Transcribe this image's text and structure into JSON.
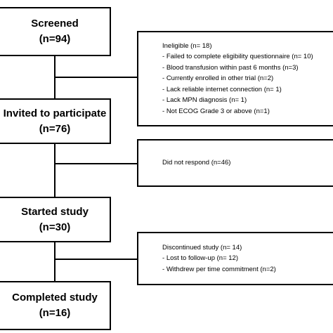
{
  "boxes": {
    "screened": {
      "title": "Screened",
      "count": "(n=94)"
    },
    "invited": {
      "title": "Invited to participate",
      "count": "(n=76)"
    },
    "started": {
      "title": "Started study",
      "count": "(n=30)"
    },
    "completed": {
      "title": "Completed study",
      "count": "(n=16)"
    }
  },
  "exclusions": {
    "ineligible": {
      "header": "Ineligible  (n= 18)",
      "items": [
        "Failed to complete eligibility questionnaire (n= 10)",
        "Blood transfusion within past  6 months  (n=3)",
        "Currently enrolled  in  other trial (n=2)",
        "Lack reliable internet connection  (n= 1)",
        "Lack  MPN diagnosis (n= 1)",
        "Not ECOG Grade 3 or above (n=1)"
      ]
    },
    "no_response": {
      "header": "Did not  respond  (n=46)"
    },
    "discontinued": {
      "header": "Discontinued study  (n= 14)",
      "items": [
        "Lost to follow-up  (n= 12)",
        "Withdrew per time commitment  (n=2)"
      ]
    }
  }
}
